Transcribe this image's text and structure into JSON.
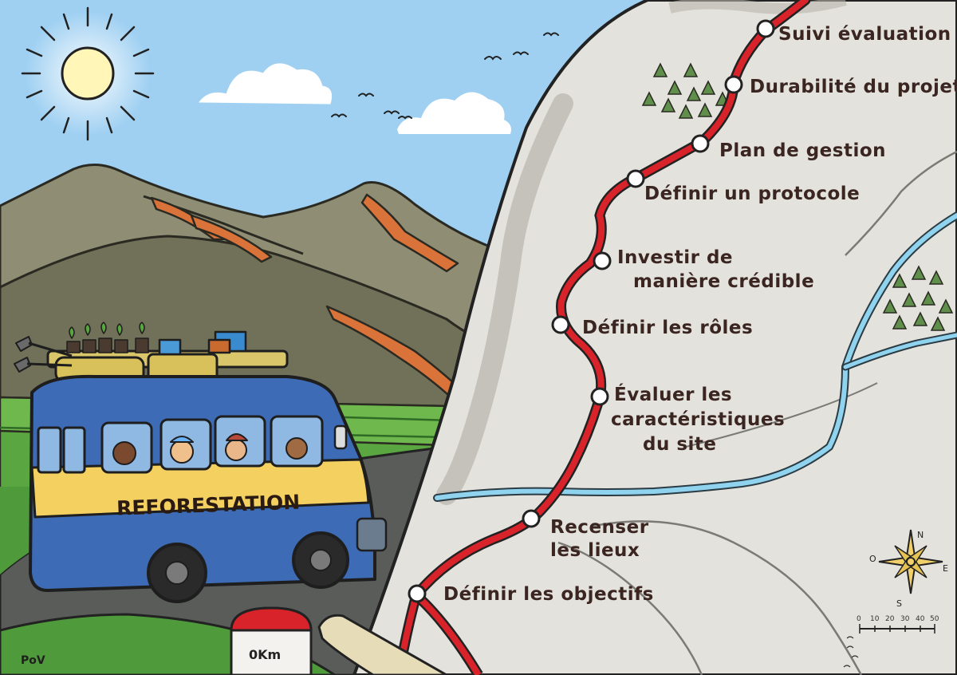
{
  "bus": {
    "label": "REFORESTATION"
  },
  "milestone": {
    "label": "0Km"
  },
  "signature": "PoV",
  "route": {
    "steps": [
      {
        "lines": [
          "Définir les objectifs"
        ]
      },
      {
        "lines": [
          "Recenser",
          "les lieux"
        ]
      },
      {
        "lines": [
          "Évaluer les",
          "caractéristiques",
          "du site"
        ]
      },
      {
        "lines": [
          "Définir les rôles"
        ]
      },
      {
        "lines": [
          "Investir de",
          "manière crédible"
        ]
      },
      {
        "lines": [
          "Définir un protocole"
        ]
      },
      {
        "lines": [
          "Plan de gestion"
        ]
      },
      {
        "lines": [
          "Durabilité du projet"
        ]
      },
      {
        "lines": [
          "Suivi évaluation"
        ]
      }
    ]
  },
  "compass": {
    "north": "N",
    "east": "E",
    "south": "S",
    "west": "O"
  },
  "scale": {
    "ticks": [
      "0",
      "10",
      "20",
      "30",
      "40",
      "50"
    ]
  },
  "colors": {
    "sky": "#9fd0f2",
    "mountain": "#8d8c72",
    "mountain_shadow": "#6f7058",
    "lava": "#d9733a",
    "grass": "#4f9a3a",
    "road": "#5a5c5a",
    "map_paper": "#e4e2dc",
    "route_red": "#d8232a",
    "river": "#8fd3ee",
    "bus_blue": "#3d6bb5",
    "bus_yellow": "#f3d060"
  }
}
